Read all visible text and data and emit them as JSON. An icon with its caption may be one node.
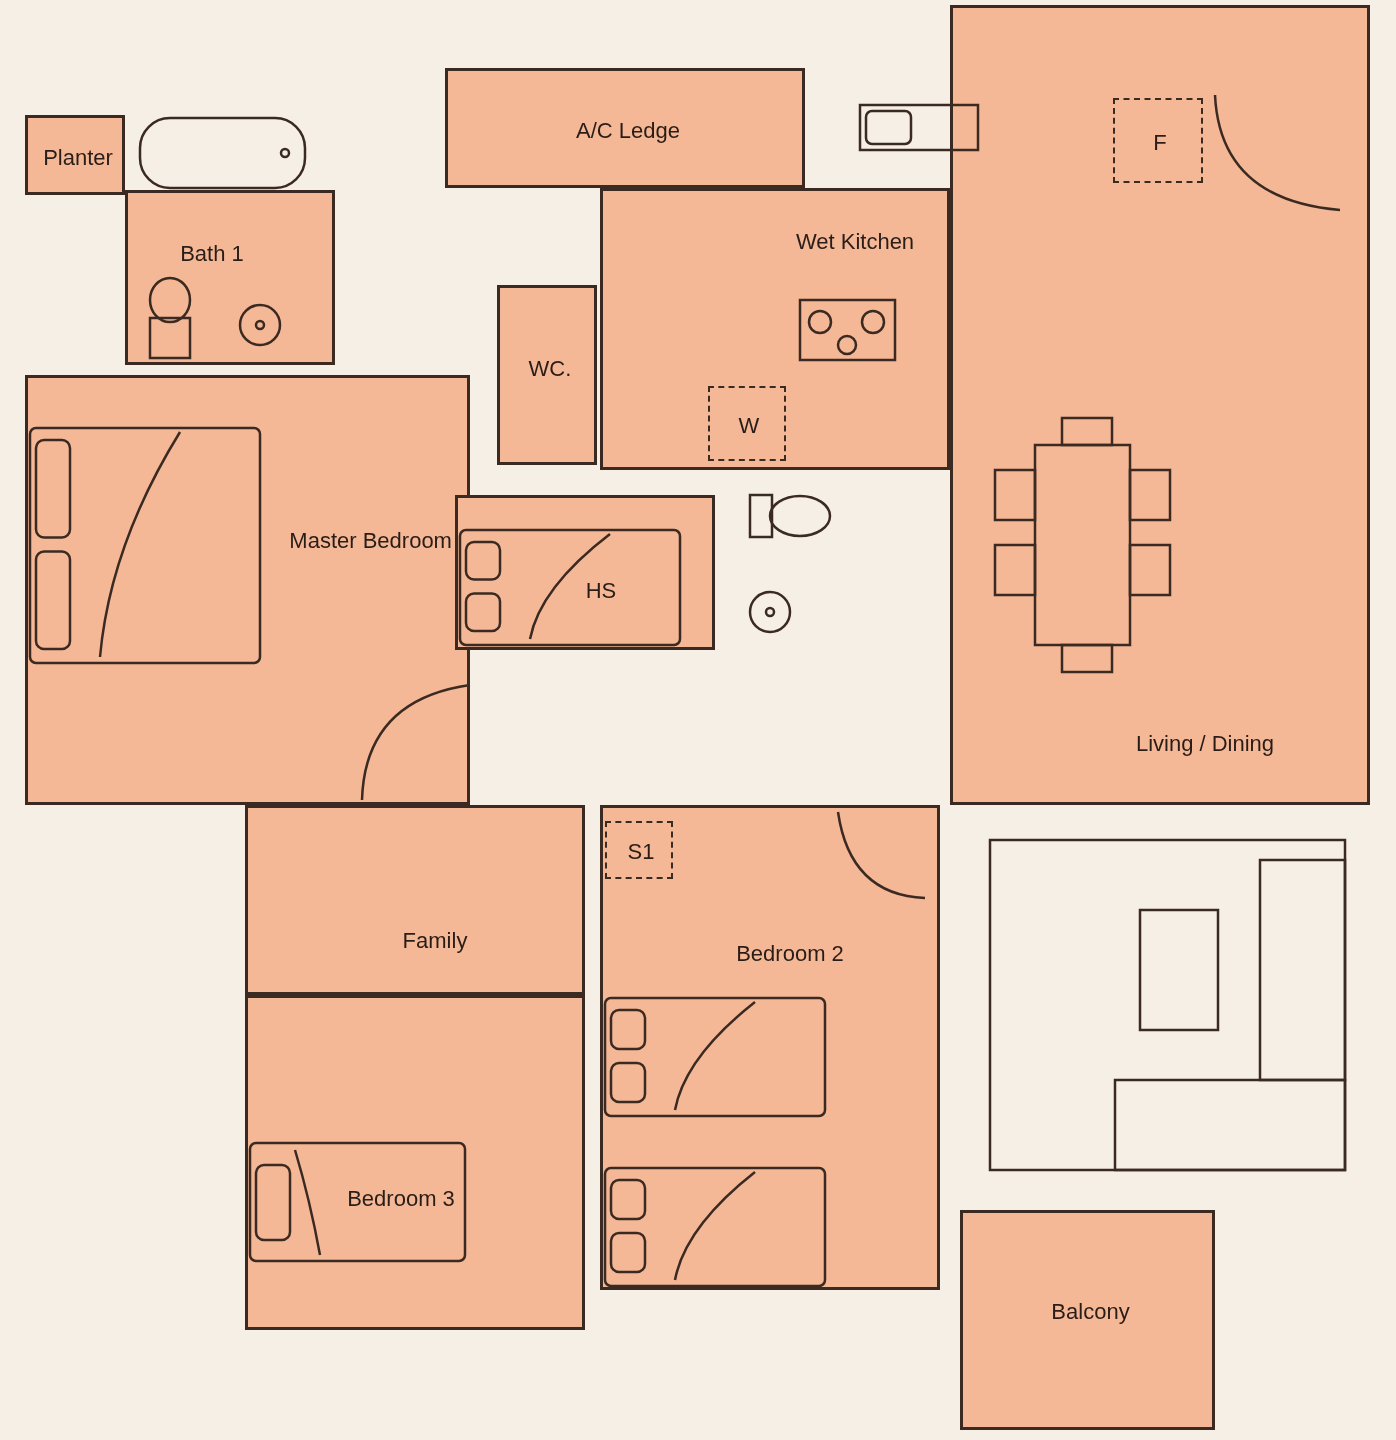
{
  "diagram": {
    "nodes": [
      {
        "text": [
          "Planter"
        ]
      },
      {
        "text": [
          "Bath 1"
        ]
      },
      {
        "text": [
          "A/C Ledge"
        ]
      },
      {
        "text": [
          "WC."
        ]
      },
      {
        "text": [
          "Wet Kitchen"
        ]
      },
      {
        "text": [
          "W"
        ],
        "in": 4
      },
      {
        "text": [
          "Living / Dining"
        ]
      },
      {
        "text": [
          "F"
        ],
        "in": 6
      },
      {
        "text": [
          "Master Bedroom"
        ]
      },
      {
        "text": [
          "HS"
        ]
      },
      {
        "text": [
          "Family"
        ]
      },
      {
        "text": [
          "Bedroom 2"
        ]
      },
      {
        "text": [
          "S1"
        ],
        "in": 11
      },
      {
        "text": [
          "Bedroom 3"
        ]
      },
      {
        "text": [
          "Balcony"
        ]
      }
    ]
  }
}
